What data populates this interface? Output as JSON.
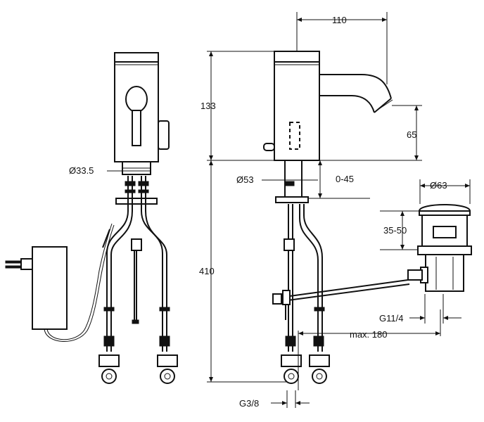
{
  "dimensions": {
    "diam_33_5": "Ø33.5",
    "diam_53": "Ø53",
    "diam_63": "Ø63",
    "d110": "110",
    "d133": "133",
    "d65": "65",
    "d0_45": "0-45",
    "d35_50": "35-50",
    "d410": "410",
    "g11_4": "G11/4",
    "max180": "max. 180",
    "g3_8": "G3/8"
  },
  "colors": {
    "line": "#111111",
    "background": "#ffffff"
  }
}
